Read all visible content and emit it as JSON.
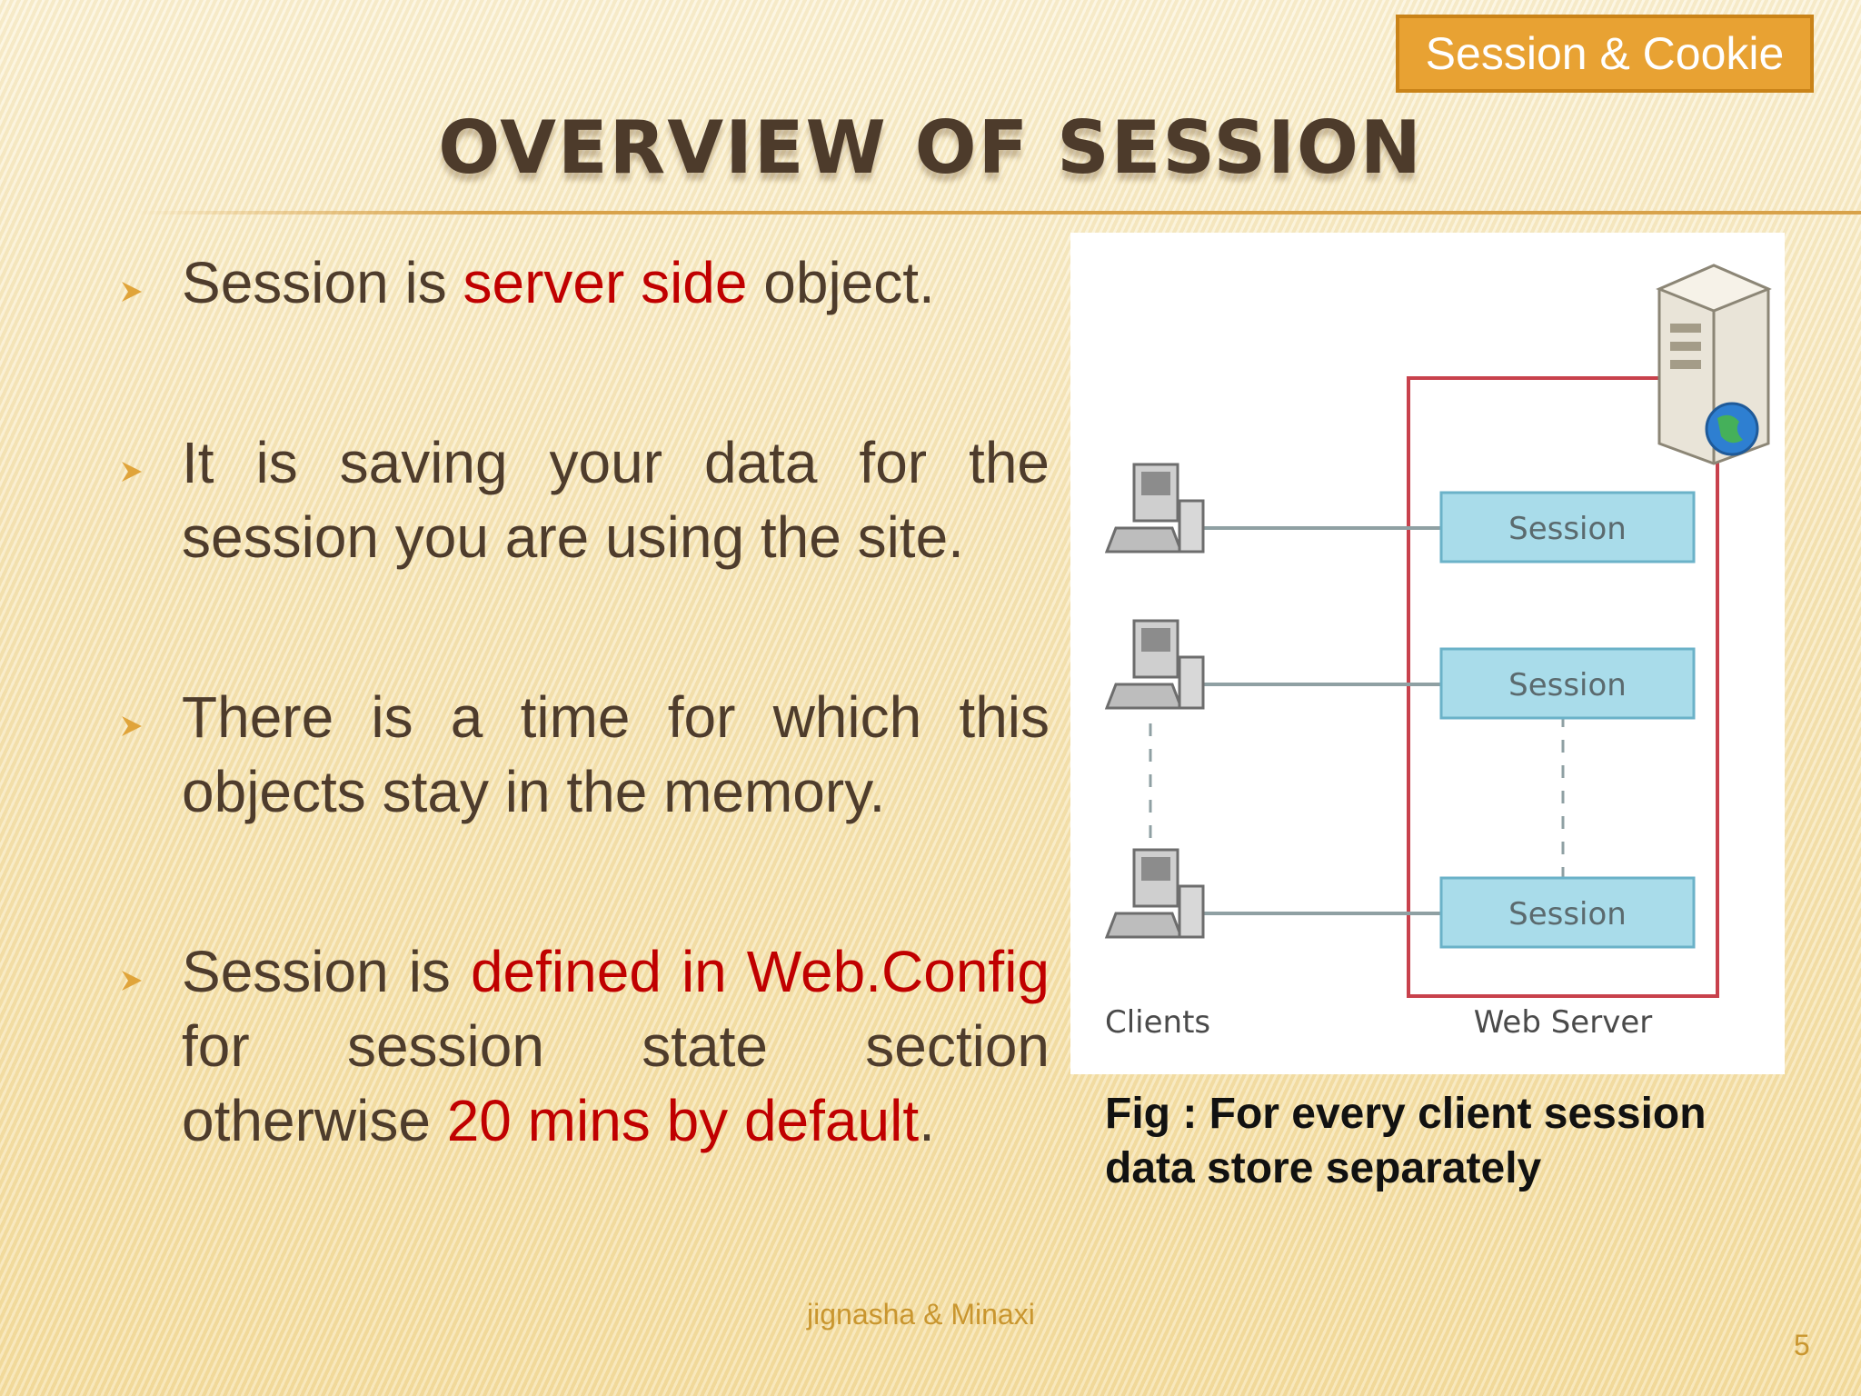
{
  "slide": {
    "topic_badge": "Session & Cookie",
    "title": "OVERVIEW OF SESSION",
    "bullets": [
      {
        "segments": [
          {
            "text": "Session is ",
            "highlight": false
          },
          {
            "text": "server side",
            "highlight": true
          },
          {
            "text": " object.",
            "highlight": false
          }
        ]
      },
      {
        "segments": [
          {
            "text": "It is saving your data for the session you are using the site.",
            "highlight": false
          }
        ]
      },
      {
        "segments": [
          {
            "text": "There is a time for which this objects stay in the memory.",
            "highlight": false
          }
        ]
      },
      {
        "segments": [
          {
            "text": "Session is ",
            "highlight": false
          },
          {
            "text": "defined in Web.Config",
            "highlight": true
          },
          {
            "text": " for session state section otherwise ",
            "highlight": false
          },
          {
            "text": "20 mins by default",
            "highlight": true
          },
          {
            "text": ".",
            "highlight": false
          }
        ]
      }
    ],
    "figure": {
      "session_labels": [
        "Session",
        "Session",
        "Session"
      ],
      "clients_label": "Clients",
      "server_label": "Web Server"
    },
    "caption": "Fig : For every client session data store separately",
    "footer": "jignasha & Minaxi",
    "page_number": "5"
  },
  "colors": {
    "text": "#4e3c2c",
    "highlight": "#c00000",
    "badge": "#e8a233",
    "accent": "#d8a24a",
    "footer": "#c9962f"
  },
  "icons": {
    "bullet_marker": "arrowhead-bullet-icon",
    "client": "desktop-computer-icon",
    "server": "server-tower-globe-icon"
  }
}
